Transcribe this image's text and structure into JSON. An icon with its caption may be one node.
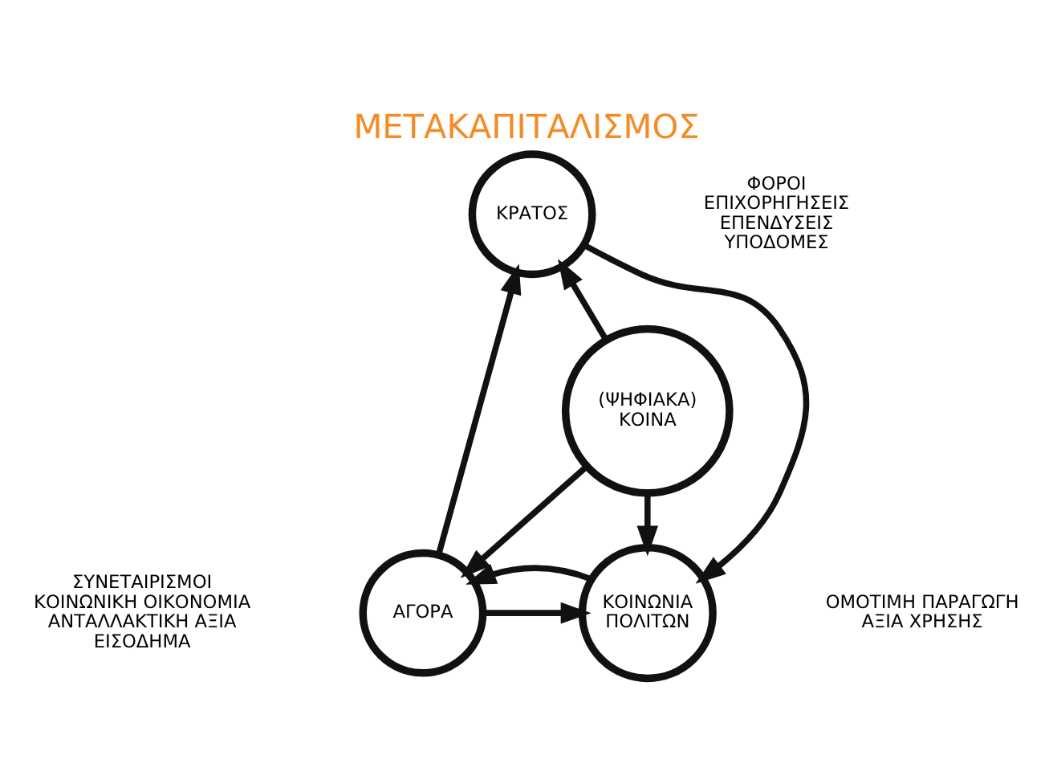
{
  "diagram": {
    "title": "ΜΕΤΑΚΑΠΙΤΑΛΙΣΜΟΣ",
    "nodes": [
      {
        "text": [
          "ΚΡΑΤΟΣ"
        ],
        "beside": [
          "ΦΟΡΟΙ",
          "ΕΠΙΧΟΡΗΓΗΣΕΙΣ",
          "ΕΠΕΝΔΥΣΕΙΣ",
          "ΥΠΟΔΟΜΕΣ"
        ]
      },
      {
        "text": [
          "(ΨΗΦΙΑΚΑ) ΚΟΙΝΑ"
        ]
      },
      {
        "text": [
          "ΑΓΟΡΑ"
        ],
        "beside": [
          "ΣΥΝΕΤΑΙΡΙΣΜΟΙ",
          "ΚΟΙΝΩΝΙΚΗ ΟΙΚΟΝΟΜΙΑ",
          "ΑΝΤΑΛΛΑΚΤΙΚΗ ΑΞΙΑ",
          "ΕΙΣΟΔΗΜΑ"
        ]
      },
      {
        "text": [
          "ΚΟΙΝΩΝΙΑ ΠΟΛΙΤΩΝ"
        ],
        "beside": [
          "ΟΜΟΤΙΜΗ ΠΑΡΑΓΩΓΗ",
          "ΑΞΙΑ ΧΡΗΣΗΣ"
        ]
      }
    ],
    "edges": [
      {
        "from": 1,
        "to": 0,
        "arrow": "to"
      },
      {
        "from": 1,
        "to": 2,
        "arrow": "to"
      },
      {
        "from": 1,
        "to": 3,
        "arrow": "to"
      },
      {
        "from": 0,
        "to": 3,
        "arrow": "to"
      },
      {
        "from": 2,
        "to": 0,
        "arrow": "to"
      },
      {
        "from": 2,
        "to": 3,
        "arrow": "to"
      },
      {
        "from": 3,
        "to": 2,
        "arrow": "to"
      }
    ]
  }
}
